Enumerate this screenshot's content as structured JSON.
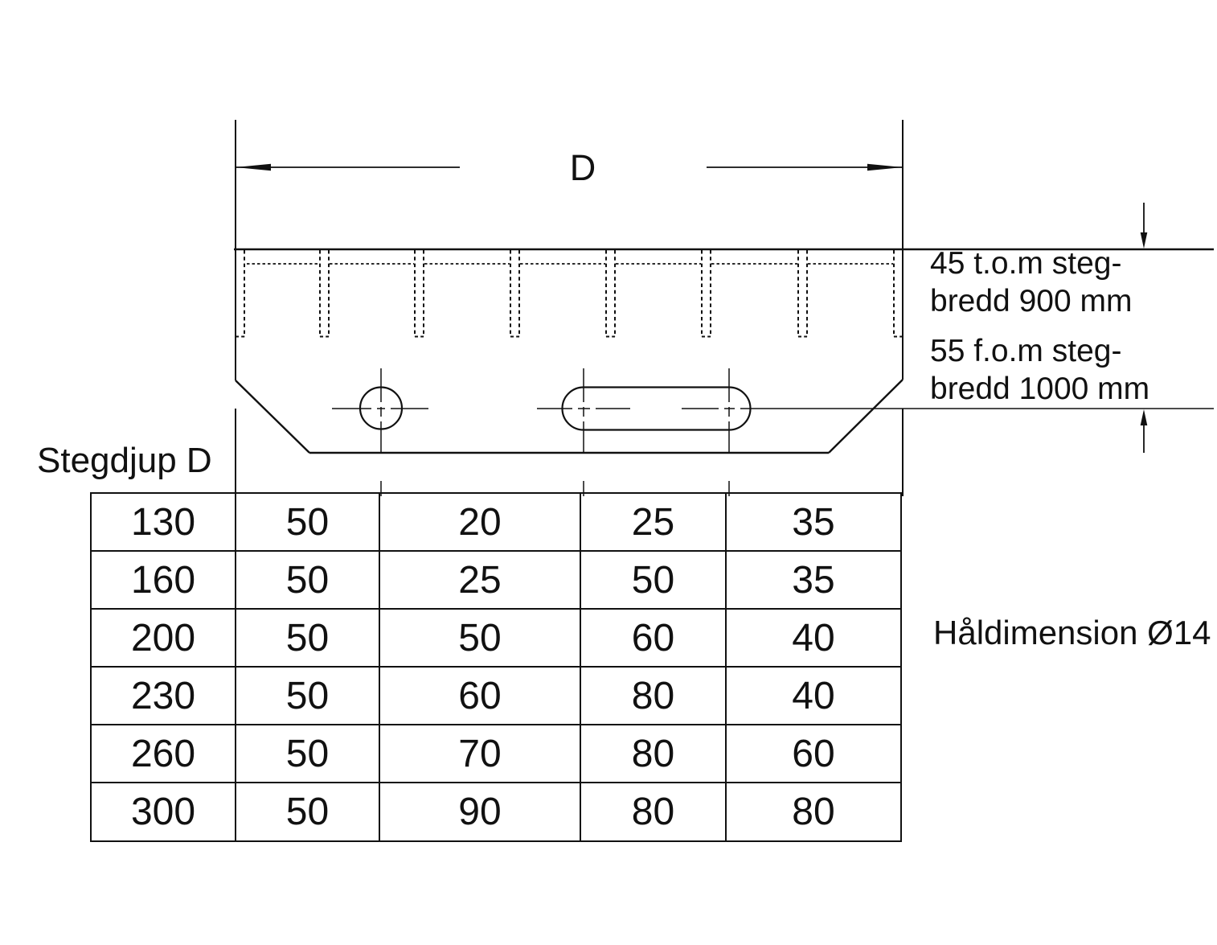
{
  "drawing": {
    "dimension_label": "D",
    "table_title": "Stegdjup D",
    "hole_note": "Håldimension Ø14",
    "thickness_notes": [
      {
        "line1": "45 t.o.m steg-",
        "line2": "bredd 900 mm"
      },
      {
        "line1": "55 f.o.m steg-",
        "line2": "bredd 1000 mm"
      }
    ]
  },
  "table": {
    "rows": [
      [
        "130",
        "50",
        "20",
        "25",
        "35"
      ],
      [
        "160",
        "50",
        "25",
        "50",
        "35"
      ],
      [
        "200",
        "50",
        "50",
        "60",
        "40"
      ],
      [
        "230",
        "50",
        "60",
        "80",
        "40"
      ],
      [
        "260",
        "50",
        "70",
        "80",
        "60"
      ],
      [
        "300",
        "50",
        "90",
        "80",
        "80"
      ]
    ]
  },
  "colors": {
    "line": "#111111",
    "text": "#111111",
    "background": "#ffffff"
  }
}
